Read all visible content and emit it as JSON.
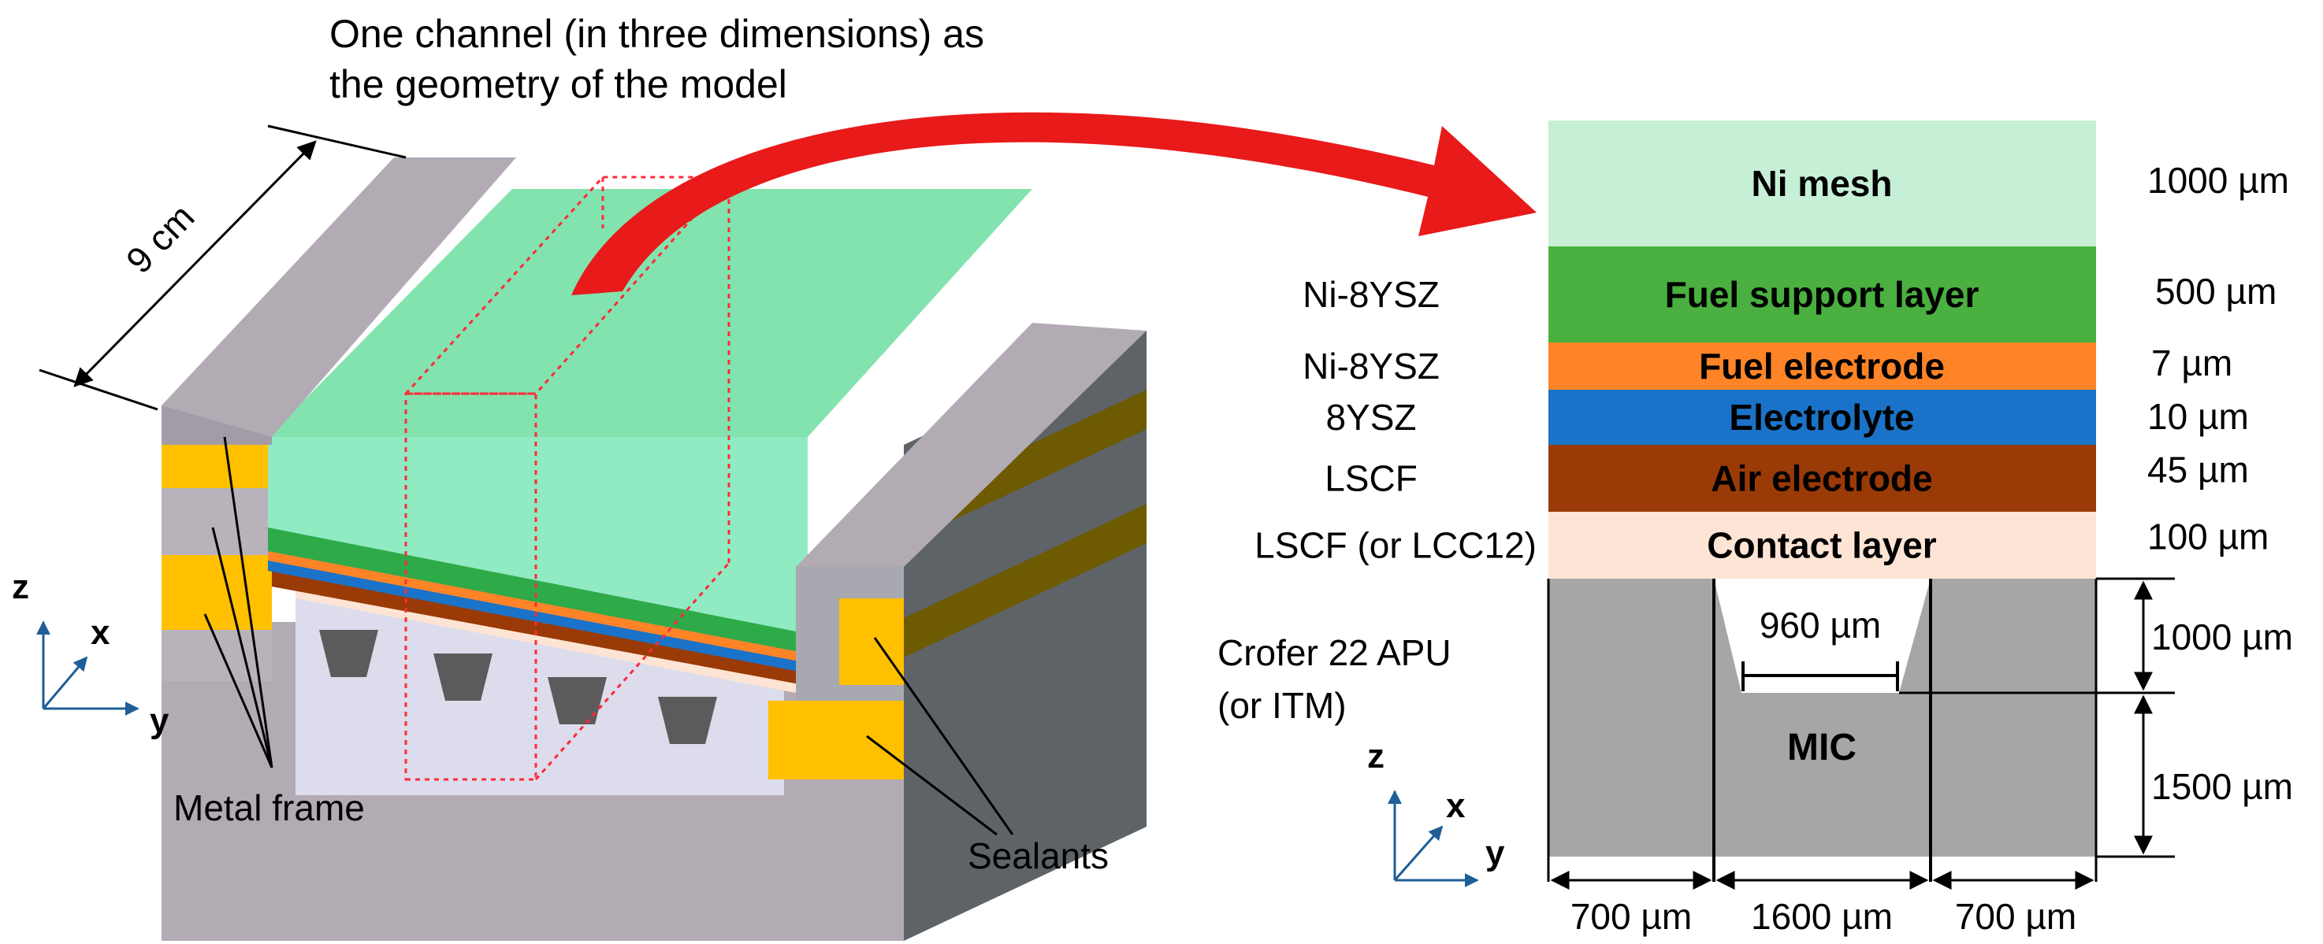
{
  "caption": {
    "line1": "One channel (in three dimensions) as",
    "line2": "the geometry of the model"
  },
  "left": {
    "length_label": "9 cm",
    "metal_frame_label": "Metal frame",
    "sealants_label": "Sealants",
    "axes": {
      "z": "z",
      "x": "x",
      "y": "y"
    }
  },
  "layers": [
    {
      "name": "Ni mesh",
      "material": "",
      "thickness": "1000 µm",
      "color": "#c6f0d6"
    },
    {
      "name": "Fuel support layer",
      "material": "Ni-8YSZ",
      "thickness": "500 µm",
      "color": "#4ab040"
    },
    {
      "name": "Fuel electrode",
      "material": "Ni-8YSZ",
      "thickness": "7 µm",
      "color": "#ff8427"
    },
    {
      "name": "Electrolyte",
      "material": "8YSZ",
      "thickness": "10 µm",
      "color": "#1a73c8"
    },
    {
      "name": "Air electrode",
      "material": "LSCF",
      "thickness": "45 µm",
      "color": "#9a3a06"
    },
    {
      "name": "Contact layer",
      "material": "LSCF (or LCC12)",
      "thickness": "100 µm",
      "color": "#fde4d4"
    }
  ],
  "mic": {
    "label": "MIC",
    "material_line1": "Crofer 22 APU",
    "material_line2": "(or ITM)",
    "channel_width": "960 µm",
    "rib_height": "1000 µm",
    "base_height": "1500 µm",
    "left_rib": "700 µm",
    "channel_span": "1600 µm",
    "right_rib": "700 µm",
    "color": "#a6a6a6"
  },
  "right_axes": {
    "z": "z",
    "x": "x",
    "y": "y"
  },
  "colors": {
    "frame_top": "#b2abb4",
    "frame_side": "#5d6366",
    "sealant": "#ffc000",
    "sealant_side": "#6e5a00",
    "mesh_top": "#82e3ae",
    "arrow": "#e81a1a",
    "axis": "#1f5e96"
  }
}
